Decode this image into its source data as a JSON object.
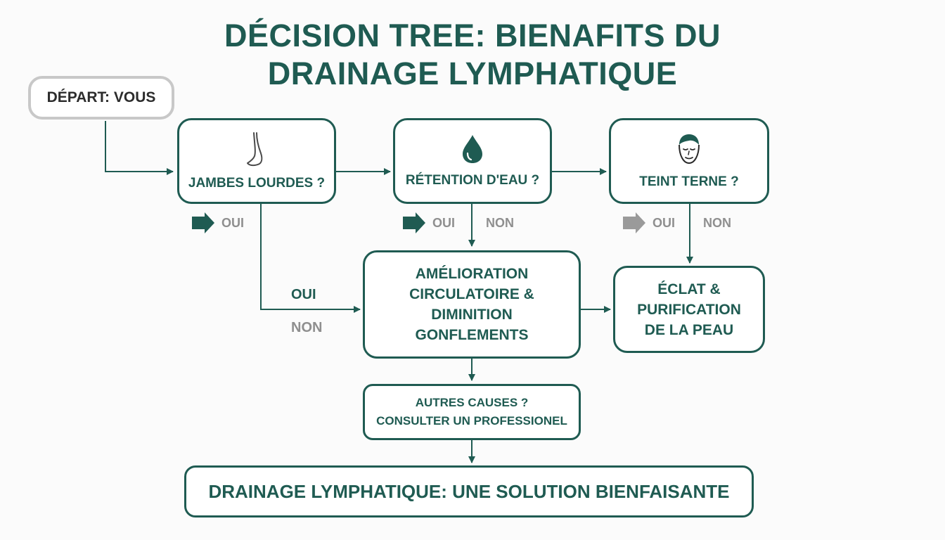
{
  "title": {
    "line1": "DÉCISION TREE: BIENAFITS DU",
    "line2": "DRAINAGE LYMPHATIQUE"
  },
  "start": {
    "label": "DÉPART: VOUS"
  },
  "questions": [
    {
      "label": "JAMBES LOURDES ?",
      "icon": "leg-icon"
    },
    {
      "label": "RÉTENTION D'EAU ?",
      "icon": "water-drop-icon"
    },
    {
      "label": "TEINT TERNE ?",
      "icon": "face-icon"
    }
  ],
  "branch_labels": {
    "q1_oui": "OUI",
    "q2_oui": "OUI",
    "q2_non": "NON",
    "q3_oui": "OUI",
    "q3_non": "NON",
    "mid_oui": "OUI",
    "mid_non": "NON"
  },
  "outcomes": {
    "circulation": [
      "AMÉLIORATION",
      "CIRCULATOIRE &",
      "DIMINITION",
      "GONFLEMENTS"
    ],
    "skin": [
      "ÉCLAT &",
      "PURIFICATION",
      "DE LA PEAU"
    ],
    "other": [
      "AUTRES CAUSES ?",
      "CONSULTER UN PROFESSIONEL"
    ]
  },
  "final": {
    "label": "DRAINAGE LYMPHATIQUE: UNE SOLUTION BIENFAISANTE"
  },
  "colors": {
    "primary": "#1f5b52",
    "muted": "#8f8f8f",
    "start_border": "#c8c8c8"
  }
}
